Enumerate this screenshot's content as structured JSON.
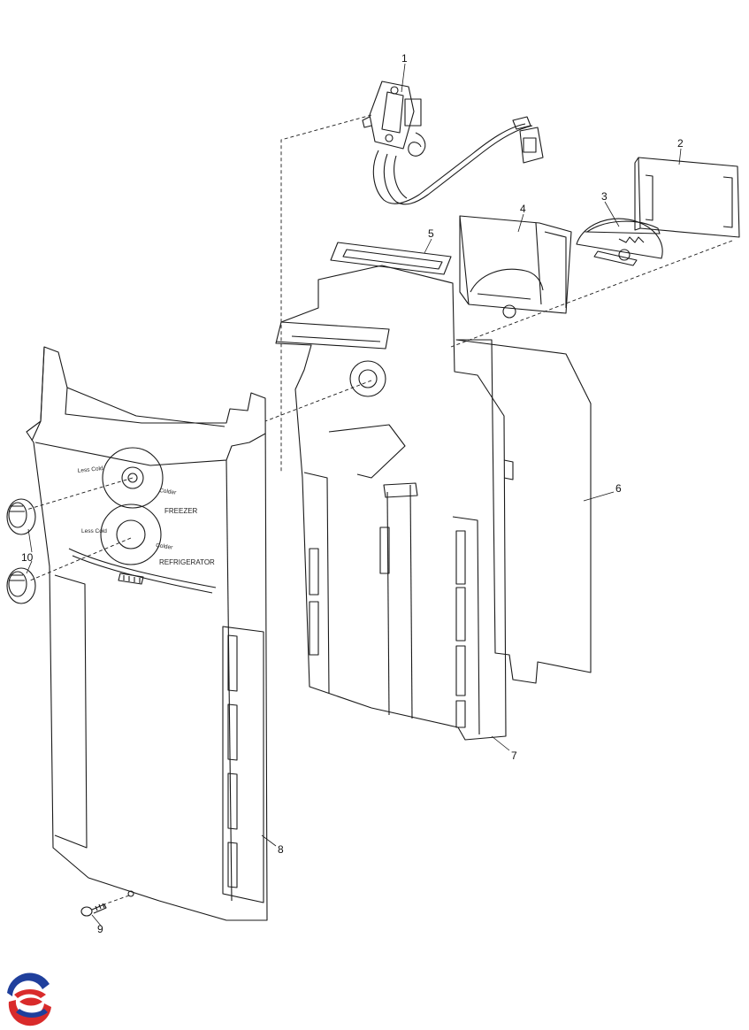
{
  "callouts": [
    {
      "id": "1",
      "label": "1"
    },
    {
      "id": "2",
      "label": "2"
    },
    {
      "id": "3",
      "label": "3"
    },
    {
      "id": "4",
      "label": "4"
    },
    {
      "id": "5",
      "label": "5"
    },
    {
      "id": "6",
      "label": "6"
    },
    {
      "id": "7",
      "label": "7"
    },
    {
      "id": "8",
      "label": "8"
    },
    {
      "id": "9",
      "label": "9"
    },
    {
      "id": "10",
      "label": "10"
    }
  ],
  "panel": {
    "freezer_less_cold": "Less Cold",
    "freezer_colder": "Colder",
    "freezer_label": "FREEZER",
    "fridge_less_cold": "Less Cold",
    "fridge_colder": "Colder",
    "fridge_label": "REFRIGERATOR"
  },
  "colors": {
    "stipple": "#d9d9d9",
    "line": "#1a1a1a",
    "logo_blue": "#1f3f9c",
    "logo_red": "#d92b2b"
  }
}
